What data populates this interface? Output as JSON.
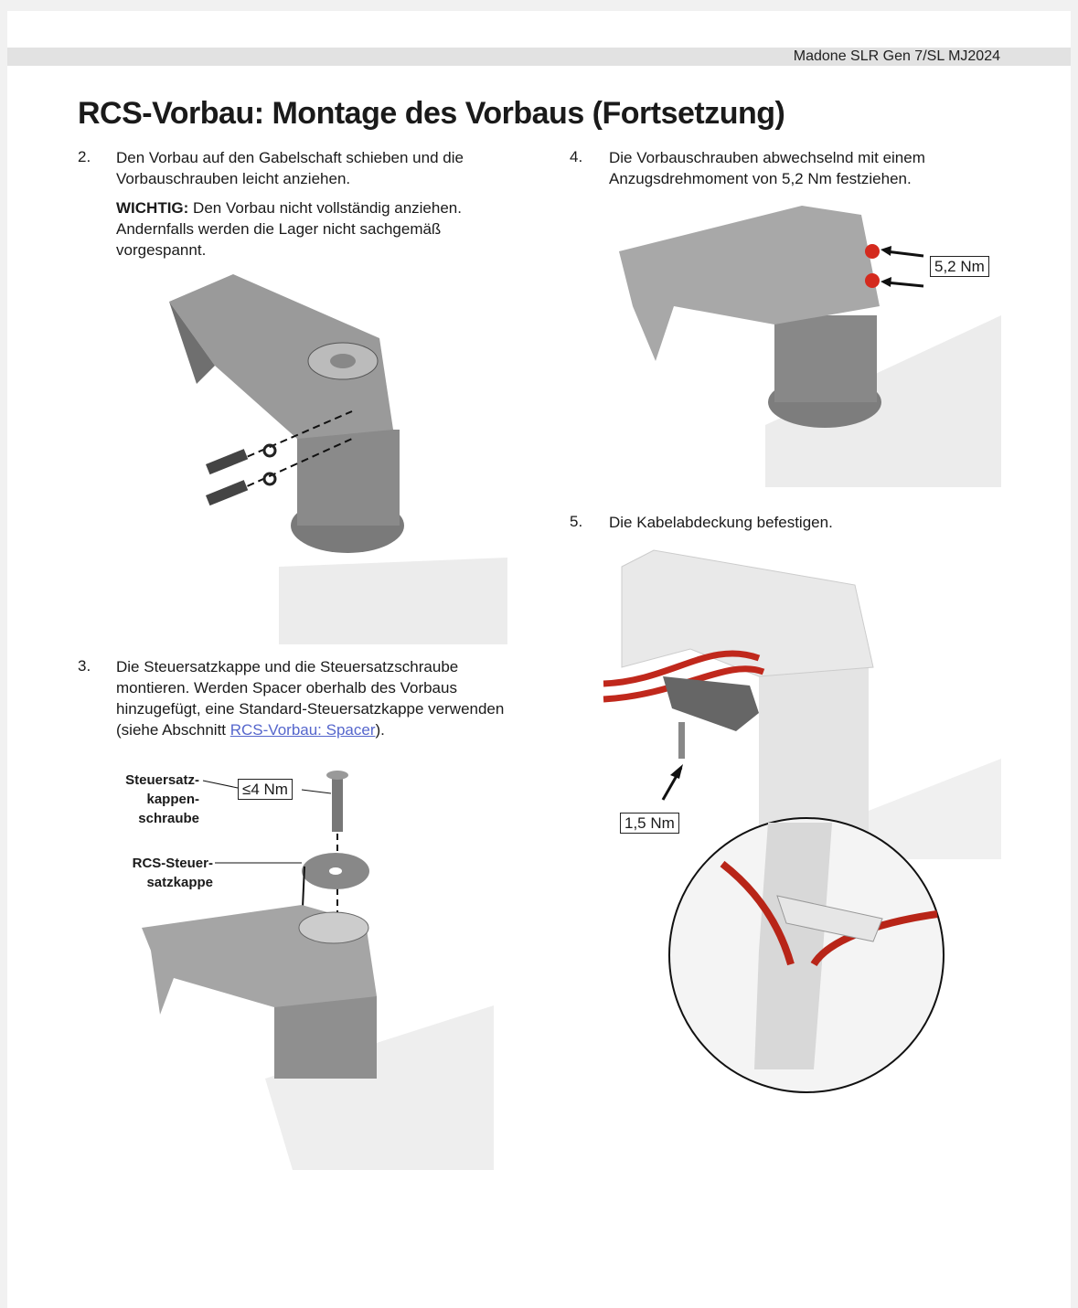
{
  "header": {
    "doc_title": "Madone SLR Gen 7/SL MJ2024"
  },
  "page_title": "RCS-Vorbau: Montage des Vorbaus (Fortsetzung)",
  "steps": [
    {
      "number": "2.",
      "text": "Den Vorbau auf den Gabelschaft schieben und die Vorbauschrauben leicht anziehen.",
      "important_label": "WICHTIG:",
      "important_text": " Den Vorbau nicht vollständig anziehen. Andernfalls werden die Lager nicht sachgemäß vorgespannt."
    },
    {
      "number": "3.",
      "text": "Die Steuersatzkappe und die Steuersatzschraube montieren. Werden Spacer oberhalb des Vorbaus hinzugefügt, eine Standard-Steuersatzkappe verwenden (siehe Abschnitt ",
      "link": "RCS-Vorbau: Spacer",
      "text_end": ").",
      "callouts": {
        "bolt": "Steuersatz-kappen-schraube",
        "bolt_lines": [
          "Steuersatz-",
          "kappen-",
          "schraube"
        ],
        "cap_lines": [
          "RCS-Steuer-",
          "satzkappe"
        ],
        "torque": "≤4 Nm"
      }
    },
    {
      "number": "4.",
      "text": "Die Vorbauschrauben abwechselnd mit einem Anzugsdrehmoment von 5,2 Nm festziehen.",
      "torque": "5,2 Nm"
    },
    {
      "number": "5.",
      "text": "Die Kabelabdeckung befestigen.",
      "torque": "1,5 Nm"
    }
  ],
  "colors": {
    "accent_red": "#d42a1e",
    "link": "#5566cc"
  }
}
